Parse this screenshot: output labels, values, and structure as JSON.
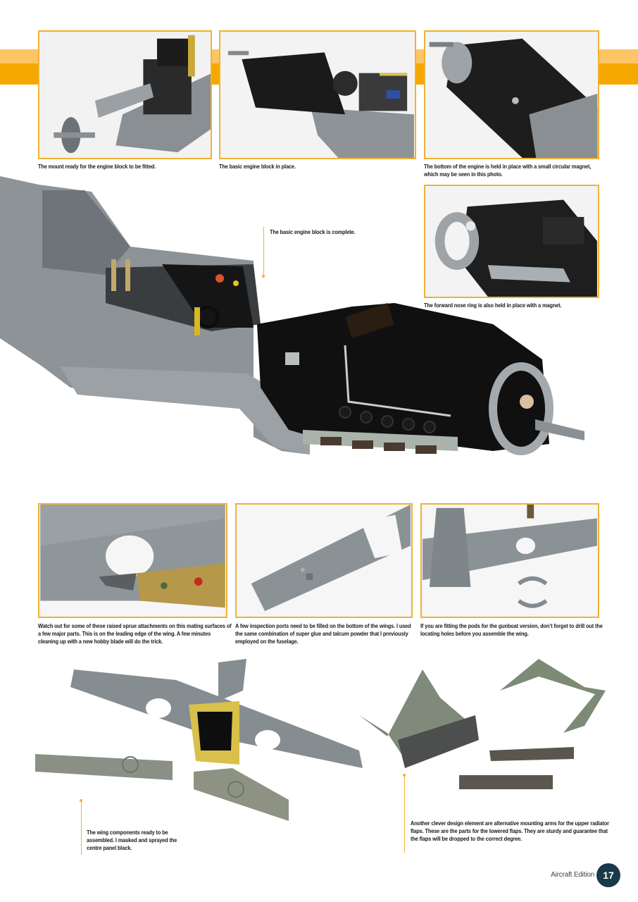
{
  "page": {
    "publication": "Aircraft Edition",
    "page_number": "17",
    "accent_colors": {
      "frame": "#f0b233",
      "band_light": "#fcc566",
      "band_dark": "#f5a800",
      "page_badge": "#183a4a"
    }
  },
  "top_row": [
    {
      "caption": "The mount ready for the engine block to be fitted."
    },
    {
      "caption": "The basic engine block in place."
    },
    {
      "caption": "The bottom of the engine is held in place with a small circular magnet, which may be seen in this photo."
    }
  ],
  "nose_ring_photo": {
    "caption": "The forward nose ring is also held in place with a magnet."
  },
  "main_photo": {
    "callout": "The basic engine block is complete."
  },
  "middle_row": [
    {
      "caption": "Watch out for some of these raised sprue attachments on this mating surfaces of a few major parts. This is on the leading edge of the wing. A few minutes cleaning up with a new hobby blade will do the trick."
    },
    {
      "caption": "A few inspection ports need to be filled on the bottom of the wings. I used the same combination of super glue and talcum powder that I previously employed on the fuselage."
    },
    {
      "caption": "If you are fitting the pods for the gunboat version, don’t forget to drill out the locating holes before you assemble the wing."
    }
  ],
  "bottom": {
    "wing_callout": "The wing components ready to be assembled. I masked and sprayed the centre panel black.",
    "radiator_callout": "Another clever design element are alternative mounting arms for the upper radiator flaps. These are the parts for the lowered flaps. They are sturdy and guarantee that the flaps will be dropped to the correct degree."
  }
}
